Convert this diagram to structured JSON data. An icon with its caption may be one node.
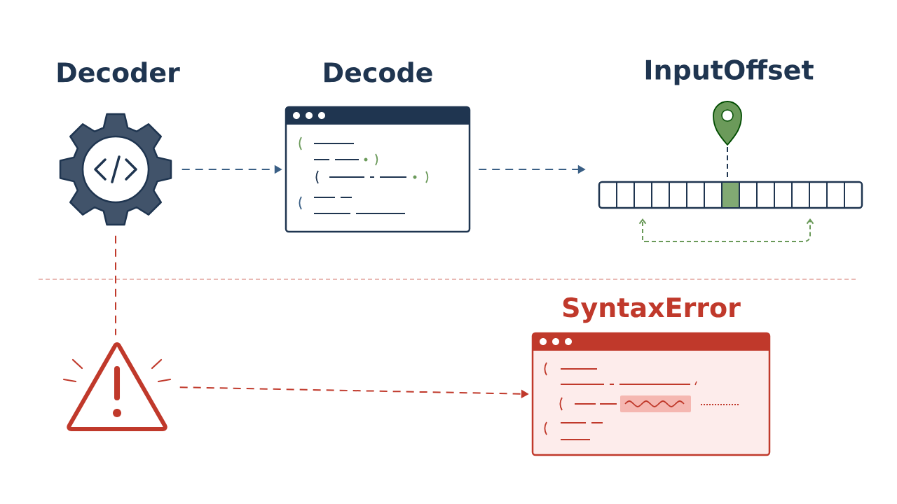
{
  "diagram": {
    "nodes": [
      {
        "text": [
          "Decoder"
        ]
      },
      {
        "text": [
          "Decode"
        ]
      },
      {
        "text": [
          "InputOffset"
        ]
      },
      {
        "text": [],
        "shape": "triangle"
      },
      {
        "text": [
          "SyntaxError"
        ]
      }
    ],
    "edges": [
      {
        "from": 0,
        "to": 1,
        "arrow": "to",
        "style": "dashed"
      },
      {
        "from": 1,
        "to": 2,
        "arrow": "to",
        "style": "dashed"
      },
      {
        "from": 0,
        "to": 3,
        "arrow": "none",
        "style": "dashed",
        "color": "#c0392b"
      },
      {
        "from": 3,
        "to": 4,
        "arrow": "to",
        "style": "dashed",
        "color": "#c0392b"
      }
    ]
  }
}
